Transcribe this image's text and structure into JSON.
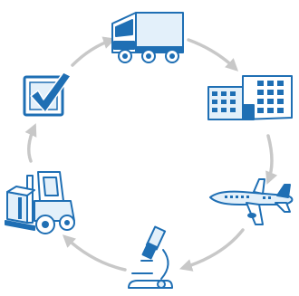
{
  "diagram": {
    "type": "cycle",
    "direction": "clockwise",
    "nodes": [
      {
        "id": "truck",
        "icon": "truck-icon"
      },
      {
        "id": "factory",
        "icon": "factory-icon"
      },
      {
        "id": "airplane",
        "icon": "airplane-icon"
      },
      {
        "id": "microscope",
        "icon": "microscope-icon"
      },
      {
        "id": "forklift",
        "icon": "forklift-icon"
      },
      {
        "id": "checkbox",
        "icon": "checkbox-icon"
      }
    ],
    "colors": {
      "icon_primary": "#1f6fb4",
      "icon_light": "#e3f0fa",
      "arrow": "#c8c8c8"
    }
  }
}
